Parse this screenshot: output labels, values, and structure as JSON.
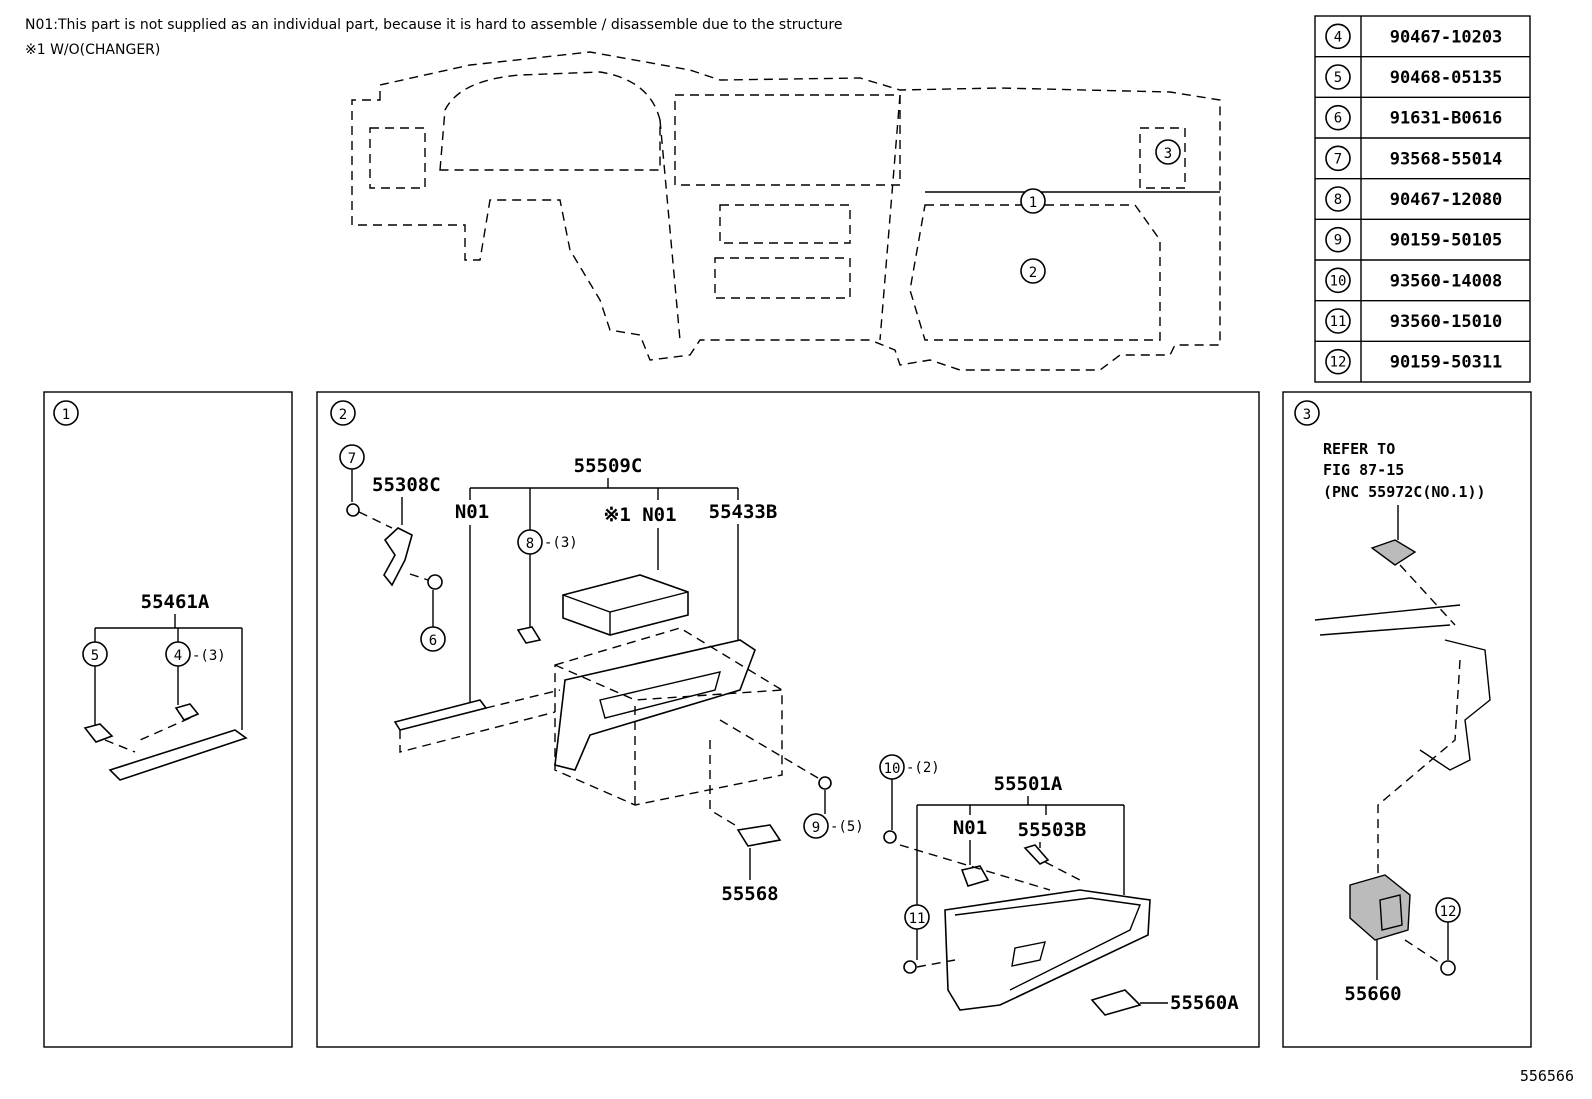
{
  "notes": {
    "n01": "N01:This part is not supplied as an individual part, because it is hard to assemble / disassemble due to the structure",
    "x1": "※1 W/O(CHANGER)"
  },
  "parts_table": [
    {
      "ref": "4",
      "part_no": "90467-10203"
    },
    {
      "ref": "5",
      "part_no": "90468-05135"
    },
    {
      "ref": "6",
      "part_no": "91631-B0616"
    },
    {
      "ref": "7",
      "part_no": "93568-55014"
    },
    {
      "ref": "8",
      "part_no": "90467-12080"
    },
    {
      "ref": "9",
      "part_no": "90159-50105"
    },
    {
      "ref": "10",
      "part_no": "93560-14008"
    },
    {
      "ref": "11",
      "part_no": "93560-15010"
    },
    {
      "ref": "12",
      "part_no": "90159-50311"
    }
  ],
  "overview": {
    "callout1": "1",
    "callout2": "2",
    "callout3": "3"
  },
  "panel1": {
    "id": "1",
    "label_main": "55461A",
    "c5": "5",
    "c4": "4",
    "c4_qty": "-(3)"
  },
  "panel2": {
    "id": "2",
    "c7": "7",
    "l55308c": "55308C",
    "c6": "6",
    "l55509c": "55509C",
    "n01a": "N01",
    "x1n01": "※1 N01",
    "l55433b": "55433B",
    "c8": "8",
    "c8_qty": "-(3)",
    "c9": "9",
    "c9_qty": "-(5)",
    "l55568": "55568",
    "c10": "10",
    "c10_qty": "-(2)",
    "l55501a": "55501A",
    "n01b": "N01",
    "l55503b": "55503B",
    "c11": "11",
    "l55560a": "55560A"
  },
  "panel3": {
    "id": "3",
    "refer1": "REFER TO",
    "refer2": "FIG 87-15",
    "refer3": "(PNC 55972C(NO.1))",
    "c12": "12",
    "l55660": "55660"
  },
  "figure_number": "556566"
}
